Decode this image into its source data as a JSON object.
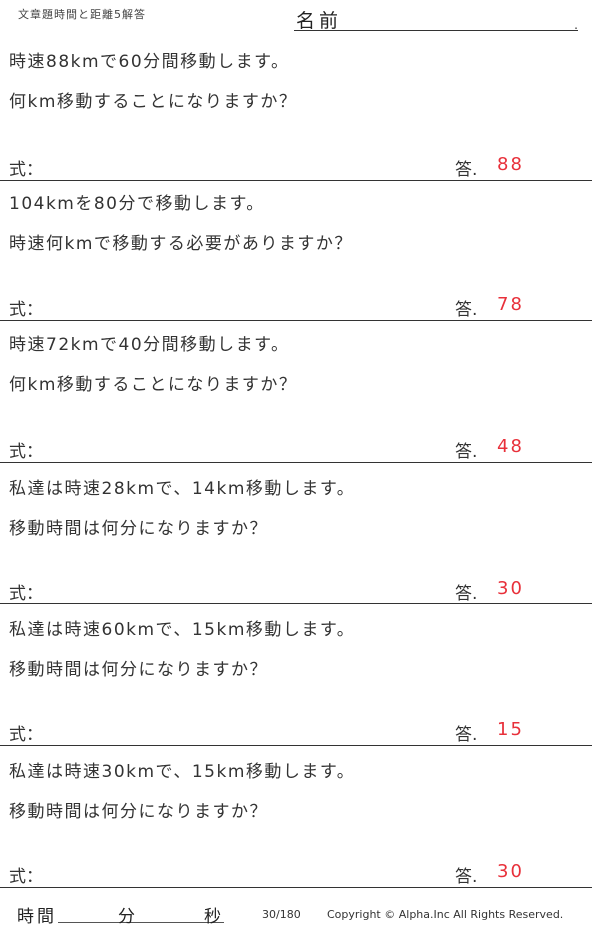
{
  "header": {
    "title": "文章題時間と距離5解答",
    "name_label": "名前",
    "name_dot": "."
  },
  "problems": [
    {
      "line1": "時速88kmで60分間移動します。",
      "line2": "何km移動することになりますか？",
      "formula_label": "式：",
      "answer_label": "答.",
      "answer": "88"
    },
    {
      "line1": "104kmを80分で移動します。",
      "line2": "時速何kmで移動する必要がありますか？",
      "formula_label": "式：",
      "answer_label": "答.",
      "answer": "78"
    },
    {
      "line1": "時速72kmで40分間移動します。",
      "line2": "何km移動することになりますか？",
      "formula_label": "式：",
      "answer_label": "答.",
      "answer": "48"
    },
    {
      "line1": "私達は時速28kmで、14km移動します。",
      "line2": "移動時間は何分になりますか？",
      "formula_label": "式：",
      "answer_label": "答.",
      "answer": "30"
    },
    {
      "line1": "私達は時速60kmで、15km移動します。",
      "line2": "移動時間は何分になりますか？",
      "formula_label": "式：",
      "answer_label": "答.",
      "answer": "15"
    },
    {
      "line1": "私達は時速30kmで、15km移動します。",
      "line2": "移動時間は何分になりますか？",
      "formula_label": "式：",
      "answer_label": "答.",
      "answer": "30"
    }
  ],
  "footer": {
    "time_label": "時間",
    "minutes_label": "分",
    "seconds_label": "秒",
    "page": "30/180",
    "copyright": "Copyright ©  Alpha.Inc All Rights Reserved."
  },
  "colors": {
    "answer": "#e8303a",
    "text": "#333333",
    "rule": "#333333"
  }
}
